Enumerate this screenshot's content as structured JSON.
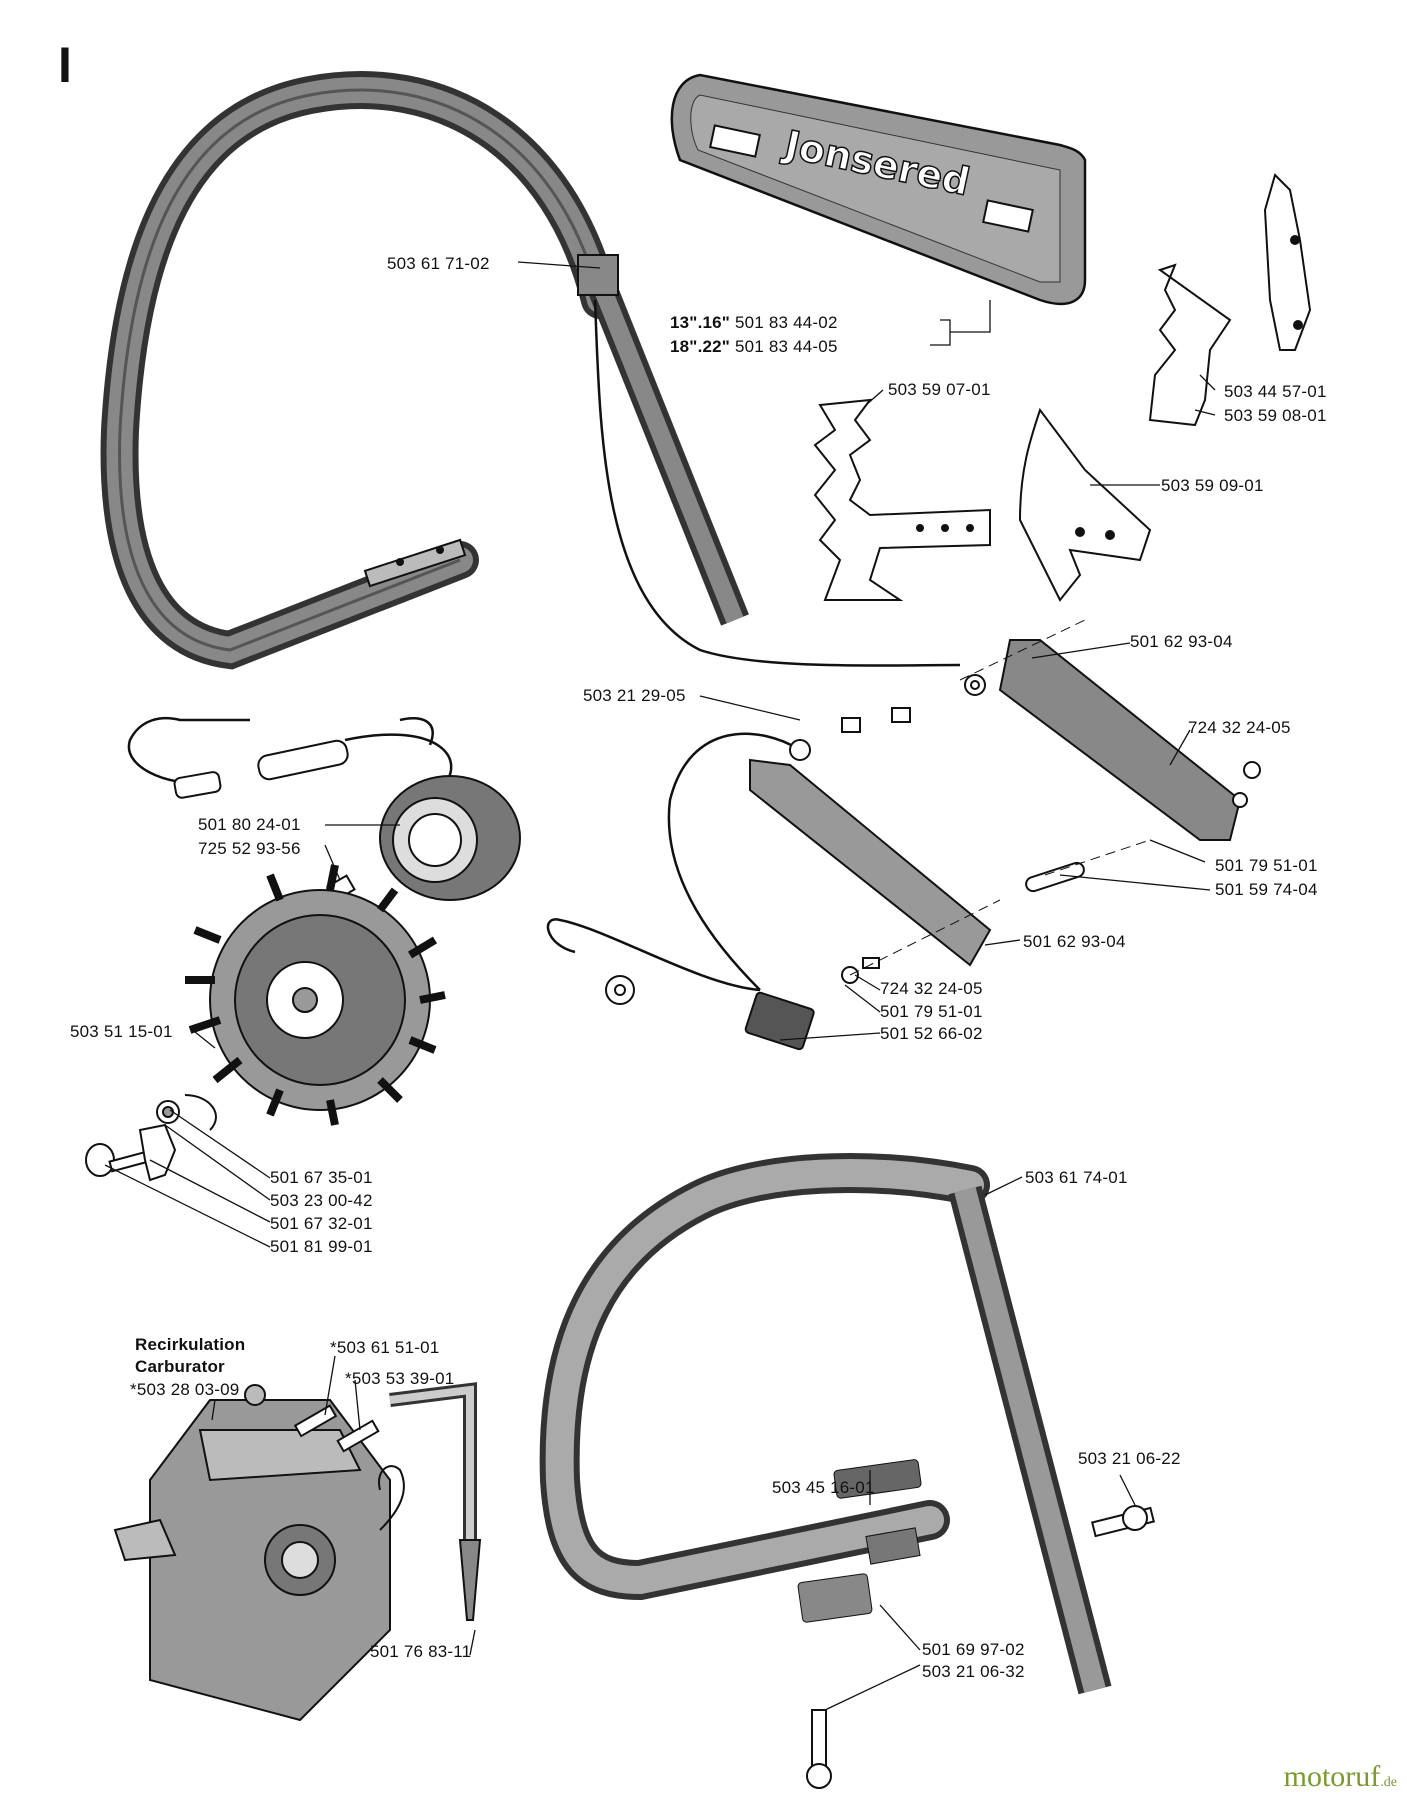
{
  "section_marker": "I",
  "bar_cover": {
    "brand": "Jonsered",
    "rows": [
      {
        "size": "13\".16\"",
        "part": "501 83 44-02"
      },
      {
        "size": "18\".22\"",
        "part": "501 83 44-05"
      }
    ]
  },
  "labels": {
    "front_handle_top": "503 61 71-02",
    "bumper_spike_a": "503 59 07-01",
    "bumper_spike_b": "503 44 57-01",
    "bumper_spike_c": "503 59 08-01",
    "bumper_spike_d": "503 59 09-01",
    "handle_grip_upper": "501 62 93-04",
    "screw_a": "503 21 29-05",
    "screw_b": "724 32 24-05",
    "washer_a": "501 79 51-01",
    "spacer": "501 59 74-04",
    "handle_grip_lower": "501 62 93-04",
    "screw_c": "724 32 24-05",
    "washer_b": "501 79 51-01",
    "switch": "501 52 66-02",
    "ignition_coil": "501 80 24-01",
    "coil_screw": "725 52 93-56",
    "flywheel": "503 51 15-01",
    "pawl_1": "501 67 35-01",
    "pawl_2": "503 23 00-42",
    "pawl_3": "501 67 32-01",
    "pawl_4": "501 81 99-01",
    "rear_handle": "503 61 74-01",
    "carb_title_line1": "Recirkulation",
    "carb_title_line2": "Carburator",
    "carburator": "*503 28 03-09",
    "nipple_a": "*503 61 51-01",
    "nipple_b": "*503 53 39-01",
    "rear_screw": "503 21 06-22",
    "vibration_pad": "503 45 16-01",
    "clamp": "501 69 97-02",
    "clamp_screw": "503 21 06-32",
    "hose": "501 76 83-11"
  },
  "watermark": {
    "main": "motoruf",
    "suffix": ".de"
  }
}
